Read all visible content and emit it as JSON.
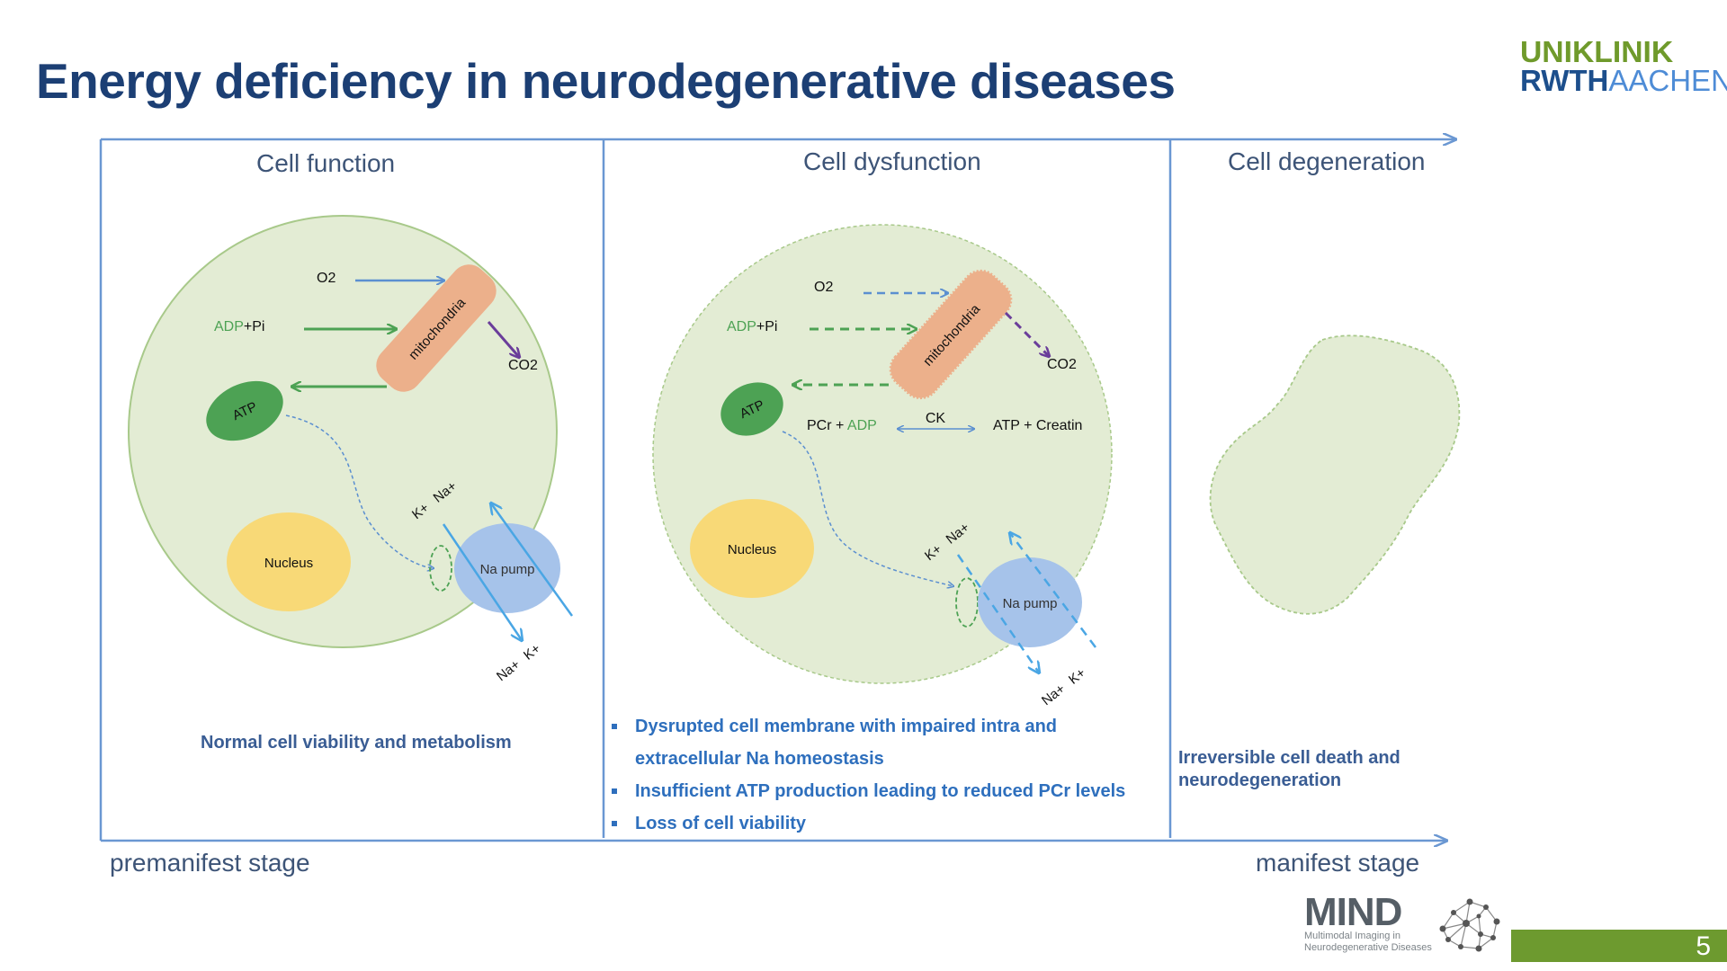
{
  "slide": {
    "title": "Energy deficiency in neurodegenerative diseases",
    "page_number": "5"
  },
  "logo_top": {
    "line1": "UNIKLINIK",
    "line2_bold": "RWTH",
    "line2_light": "AACHEN"
  },
  "logo_bottom": {
    "word": "MIND",
    "sub1": "Multimodal Imaging in",
    "sub2": "Neurodegenerative Diseases"
  },
  "columns": {
    "function": {
      "title": "Cell function",
      "caption": "Normal cell viability and metabolism"
    },
    "dysfunction": {
      "title": "Cell dysfunction",
      "bullets": [
        "Dysrupted cell membrane with impaired intra and",
        "extracellular Na homeostasis",
        "Insufficient ATP production leading to reduced PCr levels",
        "Loss of cell viability"
      ]
    },
    "degeneration": {
      "title": "Cell degeneration",
      "caption": "Irreversible cell death and neurodegeneration"
    }
  },
  "stages": {
    "left": "premanifest stage",
    "right": "manifest stage"
  },
  "cell_labels": {
    "o2": "O2",
    "adp": "ADP",
    "pi": "+Pi",
    "mitochondria": "mitochondria",
    "co2": "CO2",
    "atp": "ATP",
    "nucleus": "Nucleus",
    "na_pump": "Na pump",
    "k_in": "K+",
    "na_in": "Na+",
    "na_out": "Na+",
    "k_out": "K+",
    "pcr": "PCr + ",
    "adp2": "ADP",
    "ck": "CK",
    "atp_creatin": "ATP + Creatin"
  },
  "colors": {
    "title": "#1c3f74",
    "cell_fill": "#e3ecd4",
    "cell_stroke": "#a8c98a",
    "mito": "#ecb08b",
    "atp": "#4da254",
    "nucleus": "#f8d977",
    "pump": "#a6c3ea",
    "arrow_blue": "#5b8fd0",
    "arrow_green": "#4da254",
    "arrow_purple": "#6a3d9a",
    "arrow_cyan": "#4aa6e4",
    "frame": "#6a97d2",
    "brand_green": "#6d9a2f"
  }
}
